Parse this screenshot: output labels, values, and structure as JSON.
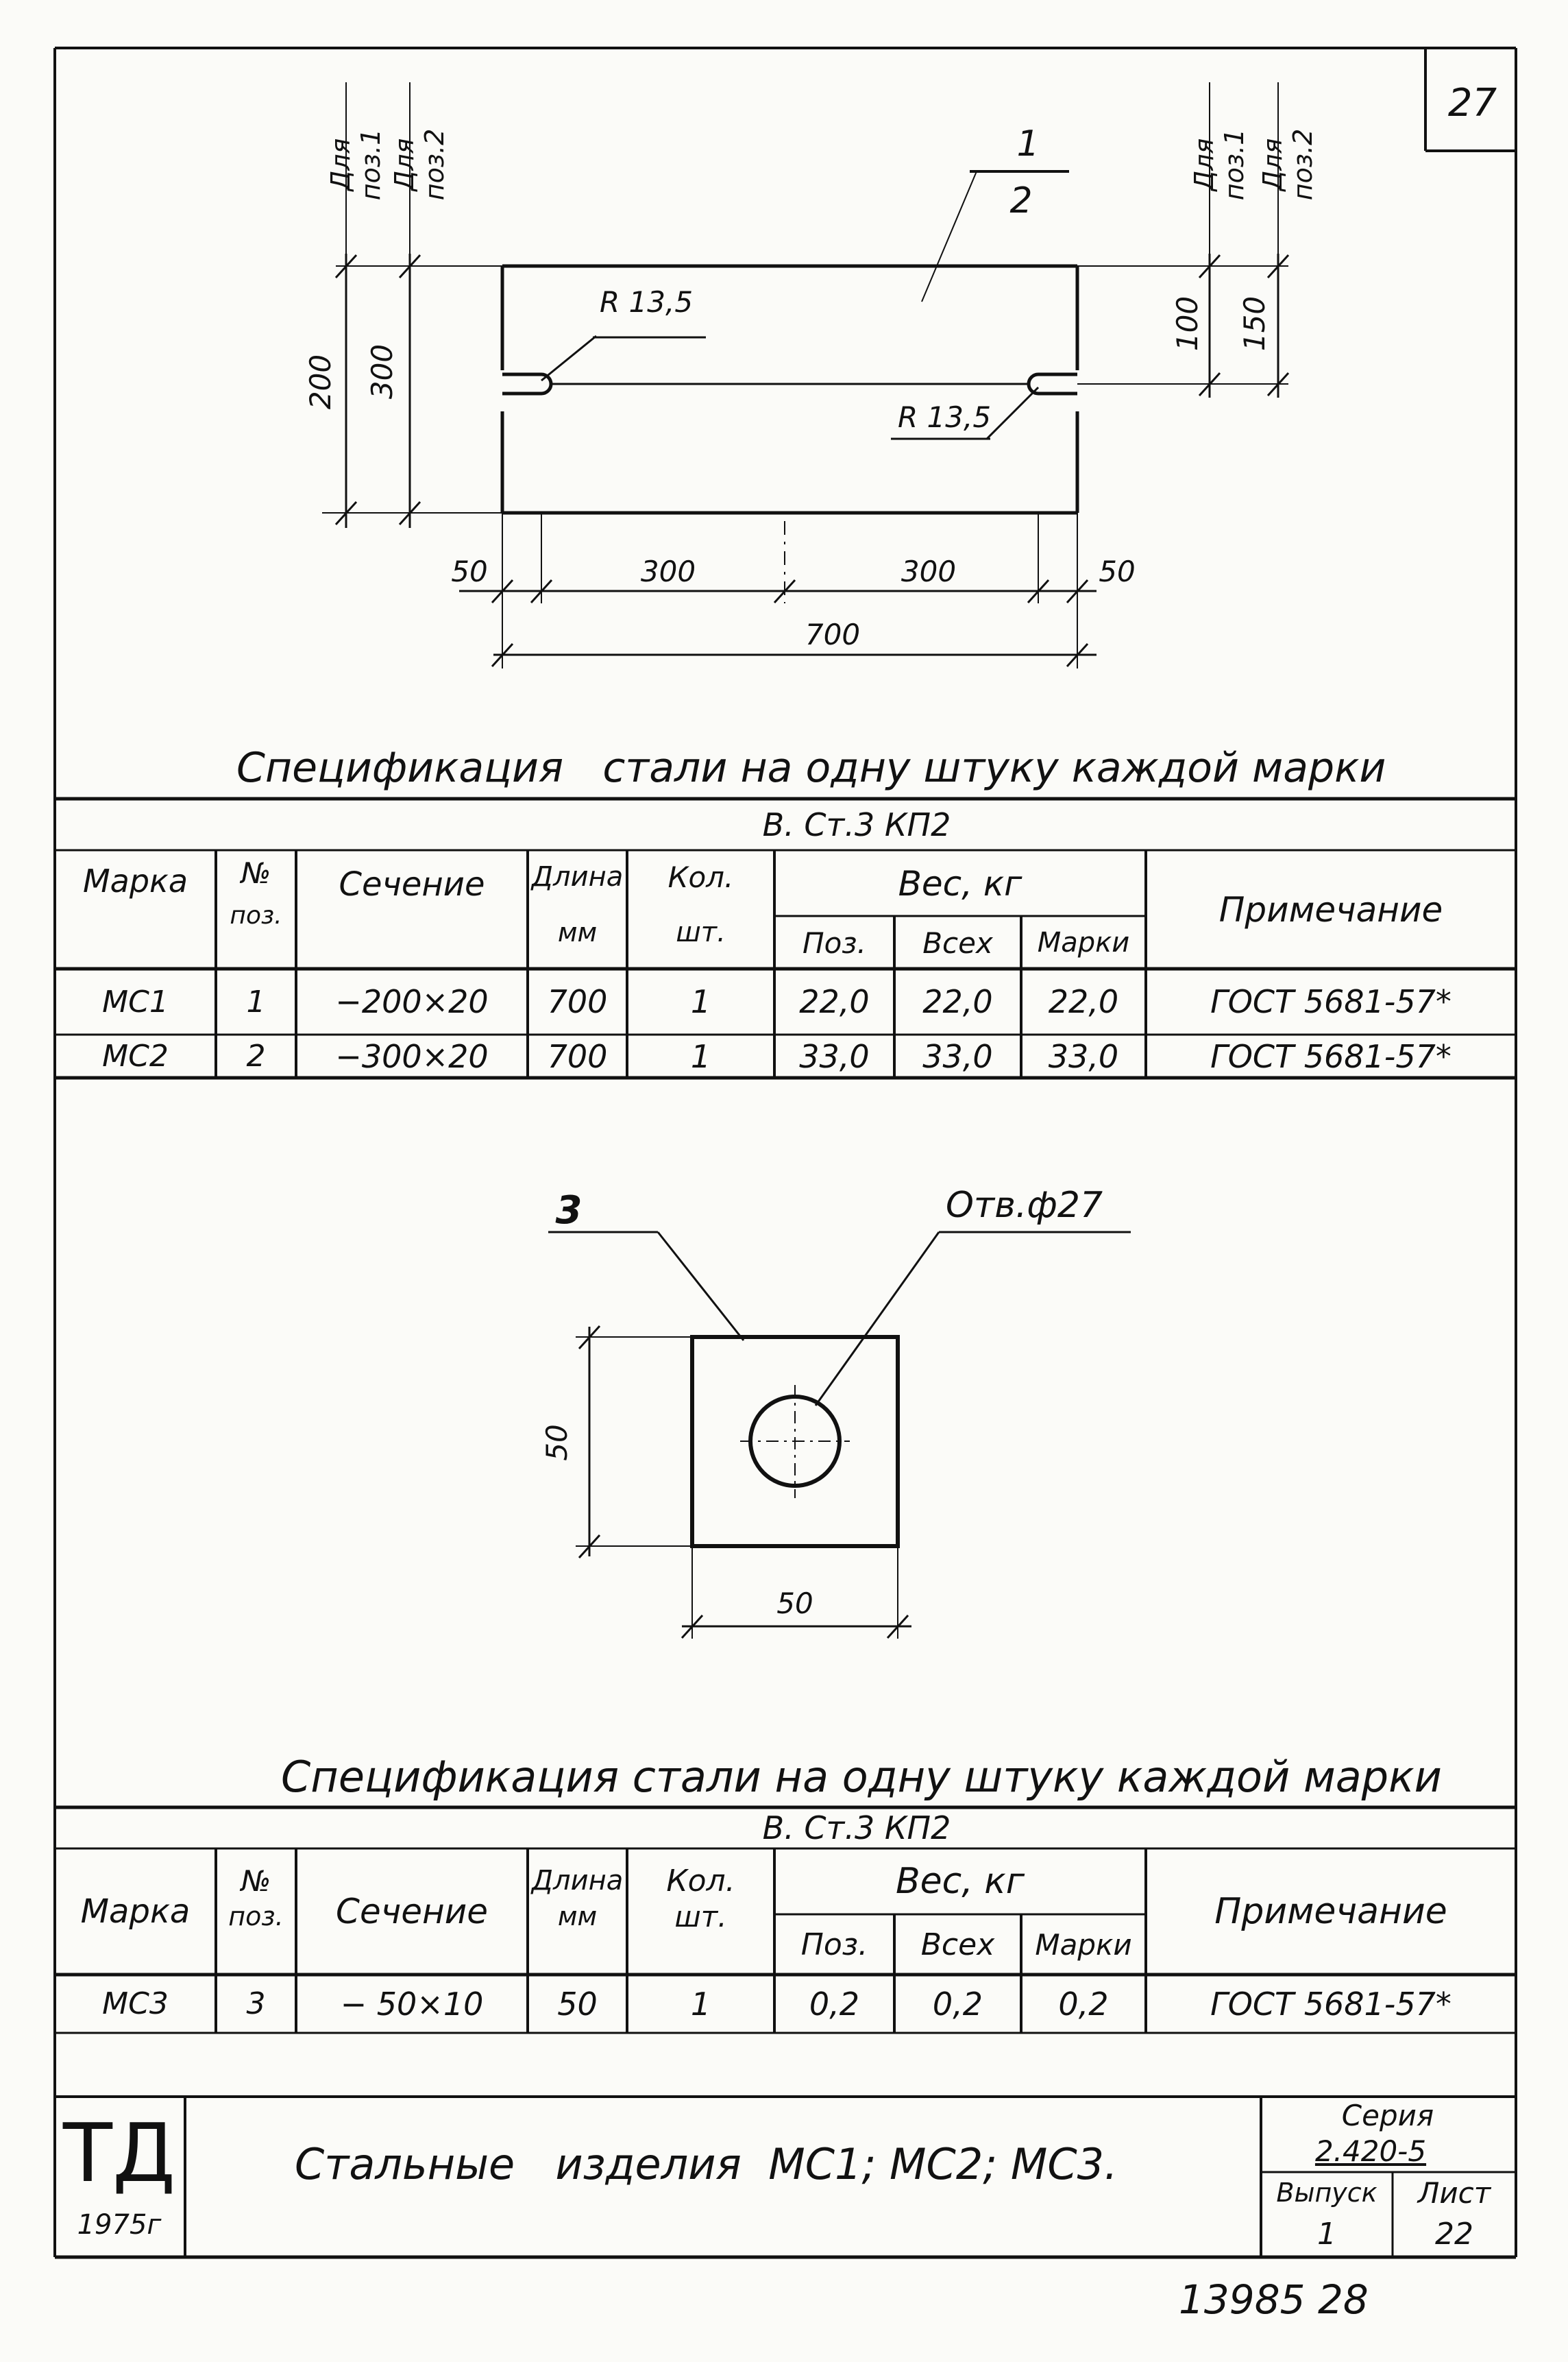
{
  "sheet": {
    "corner_number": "27",
    "stamp_number": "13985 28"
  },
  "drawing1": {
    "dim_labels_left": [
      "Для поз.1",
      "Для поз.2"
    ],
    "dim_labels_right": [
      "Для поз.1",
      "Для поз.2"
    ],
    "dims": {
      "left_200": "200",
      "left_300": "300",
      "right_100": "100",
      "right_150": "150",
      "b_50_left": "50",
      "b_300_left": "300",
      "b_300_right": "300",
      "b_50_right": "50",
      "total_700": "700"
    },
    "radius_left": "R 13,5",
    "radius_right": "R 13,5",
    "pos_top": "1",
    "pos_bottom": "2"
  },
  "spec1": {
    "title": "Спецификация   стали на одну штуку каждой марки",
    "material": "В. Ст.3 КП2",
    "headers": {
      "marka": "Марка",
      "pos_no": "№",
      "pos_no2": "поз.",
      "section": "Сечение",
      "length": "Длина",
      "length_unit": "мм",
      "qty": "Кол.",
      "qty_unit": "шт.",
      "weight": "Вес, кг",
      "w_pos": "Поз.",
      "w_all": "Всех",
      "w_mark": "Марки",
      "note": "Примечание"
    },
    "rows": [
      [
        "МС1",
        "1",
        "−200×20",
        "700",
        "1",
        "22,0",
        "22,0",
        "22,0",
        "ГОСТ 5681-57*"
      ],
      [
        "МС2",
        "2",
        "−300×20",
        "700",
        "1",
        "33,0",
        "33,0",
        "33,0",
        "ГОСТ 5681-57*"
      ]
    ]
  },
  "drawing2": {
    "pos": "3",
    "hole_label": "Отв.ф27",
    "dim_height": "50",
    "dim_width": "50"
  },
  "spec2": {
    "title": "Спецификация стали на одну штуку каждой марки",
    "material": "В. Ст.3 КП2",
    "headers": {
      "marka": "Марка",
      "pos_no": "№",
      "pos_no2": "поз.",
      "section": "Сечение",
      "length": "Длина",
      "length_unit": "мм",
      "qty": "Кол.",
      "qty_unit": "шт.",
      "weight": "Вес, кг",
      "w_pos": "Поз.",
      "w_all": "Всех",
      "w_mark": "Марки",
      "note": "Примечание"
    },
    "rows": [
      [
        "МС3",
        "3",
        "− 50×10",
        "50",
        "1",
        "0,2",
        "0,2",
        "0,2",
        "ГОСТ 5681-57*"
      ]
    ]
  },
  "title_block": {
    "logo": "ТД",
    "year": "1975г",
    "title": "Стальные   изделия  МС1; МС2; МС3.",
    "series_label": "Серия",
    "series_value": "2.420-5",
    "issue_label": "Выпуск",
    "issue_value": "1",
    "sheet_label": "Лист",
    "sheet_value": "22"
  }
}
